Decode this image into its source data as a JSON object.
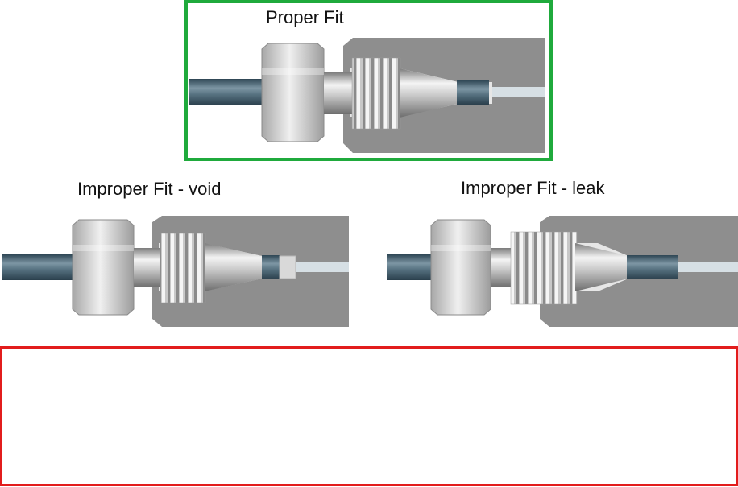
{
  "labels": {
    "proper": "Proper Fit",
    "void": "Improper Fit - void",
    "leak": "Improper Fit - leak"
  },
  "colors": {
    "proper_frame": "#1faa3c",
    "alert_frame": "#e21c1c",
    "port_body": "#8e8e8e",
    "tube": "#4f6877",
    "bore": "#d6dfe4"
  },
  "panels": {
    "proper": {
      "status": "proper",
      "label_key": "proper"
    },
    "void": {
      "status": "void",
      "label_key": "void"
    },
    "leak": {
      "status": "leak",
      "label_key": "leak"
    }
  }
}
